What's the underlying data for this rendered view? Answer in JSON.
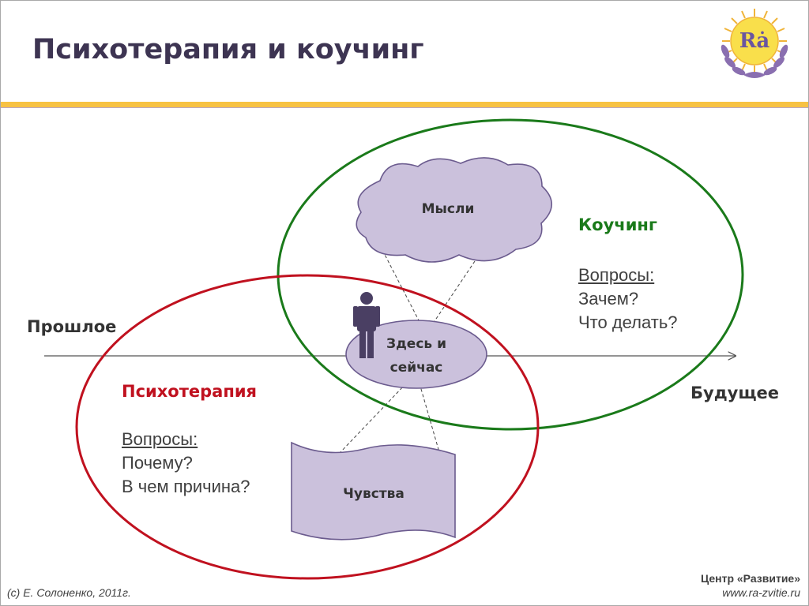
{
  "slide": {
    "title": "Психотерапия и коучинг",
    "logo_text": "Rȧ"
  },
  "diagram": {
    "timeline": {
      "past_label": "Прошлое",
      "future_label": "Будущее"
    },
    "coaching": {
      "heading": "Коучинг",
      "questions_label": "Вопросы:",
      "questions": [
        "Зачем?",
        "Что делать?"
      ],
      "color": "#1a7a1a"
    },
    "psychotherapy": {
      "heading": "Психотерапия",
      "questions_label": "Вопросы:",
      "questions": [
        "Почему?",
        "В чем причина?"
      ],
      "color": "#c0111f"
    },
    "thoughts_label": "Мысли",
    "now_label_line1": "Здесь и",
    "now_label_line2": "сейчас",
    "feelings_label": "Чувства",
    "shape_fill": "#cbc1dc",
    "shape_stroke": "#6b5b8e",
    "person_color": "#4a3f63"
  },
  "footer": {
    "copyright": "(c) Е. Солоненко, 2011г.",
    "org": "Центр «Развитие»",
    "url": "www.ra-zvitie.ru"
  }
}
